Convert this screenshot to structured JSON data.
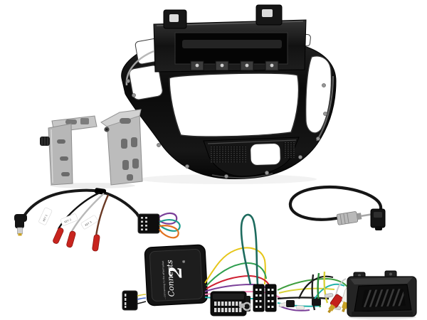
{
  "product": {
    "kit_name": "car-stereo-double-din-installation-kit",
    "background_color": "#ffffff"
  },
  "fascia": {
    "name": "Gloss black double-DIN fascia panel",
    "finish_color": "#0f0f0f",
    "highlight_color": "#9a9a9a"
  },
  "brackets": {
    "name": "Metal mounting brackets",
    "count": 2,
    "color": "#b9b9b9",
    "thumbscrew_color": "#1a1a1a"
  },
  "patch_lead": {
    "name": "Steering wheel control patch lead with 3.5mm right-angle jack",
    "flag_labels": {
      "key1": "KEY 1",
      "key2": "KEY 2",
      "key3": "KEY 3"
    },
    "bullet_color": "#c8241e",
    "branch_wire_colors": [
      "#111111",
      "#b8b8b8",
      "#6b3a25"
    ],
    "loop_wire_colors": [
      "#7a3f98",
      "#1f9e8e",
      "#e2711d"
    ]
  },
  "antenna_adapter": {
    "name": "Antenna adapter lead with DIN plug",
    "cable_color": "#151515",
    "plug_color": "#b9b9b9"
  },
  "swc_interface": {
    "name": "Steering wheel control interface box",
    "logo_script": "Connects",
    "logo_numeral": "2",
    "registered_mark": "®",
    "tagline": "...connecting to the aftermarket",
    "box_color": "#161616",
    "logo_color": "#ffffff"
  },
  "harness": {
    "name": "Wiring harness with Quadlock and ISO connectors",
    "wire_colors": [
      "#e6c619",
      "#cf2233",
      "#7a3f98",
      "#2e9e4f",
      "#ec7fb1",
      "#20b2aa",
      "#3a6fd8",
      "#e2711d",
      "#111111"
    ]
  },
  "rca": {
    "red_plug_color": "#c4201c",
    "white_plug_color": "#f2f0ea",
    "gold_tip_color": "#c9a227"
  },
  "vented_box": {
    "name": "Vented black interface box with mounting tabs",
    "color": "#242424"
  }
}
